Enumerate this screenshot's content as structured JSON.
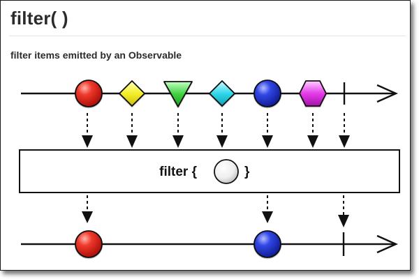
{
  "header": {
    "title": "filter( )",
    "subtitle": "filter items emitted by an Observable"
  },
  "operator": {
    "label_before": "filter {",
    "label_after": "}",
    "predicate_icon": "white-circle-icon"
  },
  "input_stream": {
    "items": [
      {
        "shape": "circle",
        "color": "#e0201a",
        "passes": true
      },
      {
        "shape": "diamond",
        "color": "#f2ef2a",
        "passes": false
      },
      {
        "shape": "triangle",
        "color": "#3ccf3c",
        "passes": false
      },
      {
        "shape": "diamond",
        "color": "#2ed8e8",
        "passes": false
      },
      {
        "shape": "circle",
        "color": "#2438d6",
        "passes": true
      },
      {
        "shape": "hexagon",
        "color": "#e23ae6",
        "passes": false
      }
    ],
    "completion": "completion-marker"
  },
  "output_stream": {
    "items": [
      {
        "shape": "circle",
        "color": "#e0201a"
      },
      {
        "shape": "circle",
        "color": "#2438d6"
      }
    ],
    "completion": "completion-marker"
  }
}
